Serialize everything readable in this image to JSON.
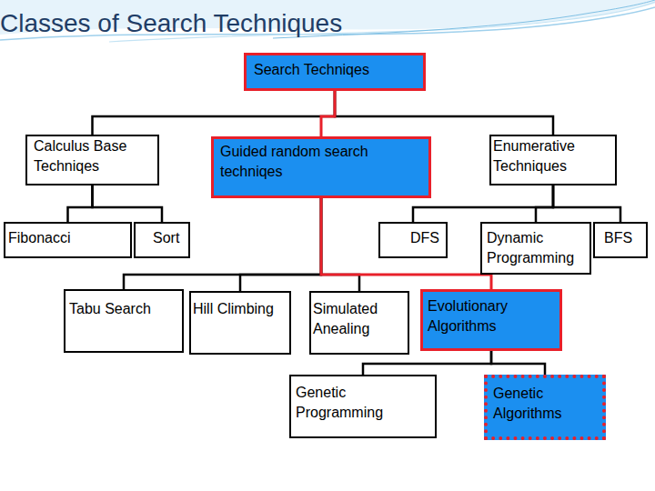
{
  "diagram": {
    "title": "Classes of Search Techniques",
    "nodes": [
      {
        "text": [
          "Search Techniqes"
        ]
      },
      {
        "text": [
          "Calculus Base Techniqes"
        ]
      },
      {
        "text": [
          "Guided random search techniqes"
        ]
      },
      {
        "text": [
          "Enumerative Techniques"
        ]
      },
      {
        "text": [
          "Fibonacci"
        ]
      },
      {
        "text": [
          "Sort"
        ]
      },
      {
        "text": [
          "DFS"
        ]
      },
      {
        "text": [
          "Dynamic Programming"
        ]
      },
      {
        "text": [
          "BFS"
        ]
      },
      {
        "text": [
          "Tabu Search"
        ]
      },
      {
        "text": [
          "Hill Climbing"
        ]
      },
      {
        "text": [
          "Simulated Anealing"
        ]
      },
      {
        "text": [
          "Evolutionary Algorithms"
        ]
      },
      {
        "text": [
          "Genetic Programming"
        ]
      },
      {
        "text": [
          "Genetic Algorithms"
        ]
      }
    ],
    "edges": [
      {
        "from": 0,
        "to": 1,
        "arrow": "none"
      },
      {
        "from": 0,
        "to": 2,
        "arrow": "none"
      },
      {
        "from": 0,
        "to": 3,
        "arrow": "none"
      },
      {
        "from": 1,
        "to": 4,
        "arrow": "none"
      },
      {
        "from": 1,
        "to": 5,
        "arrow": "none"
      },
      {
        "from": 2,
        "to": 9,
        "arrow": "none"
      },
      {
        "from": 2,
        "to": 10,
        "arrow": "none"
      },
      {
        "from": 2,
        "to": 11,
        "arrow": "none"
      },
      {
        "from": 2,
        "to": 12,
        "arrow": "none"
      },
      {
        "from": 3,
        "to": 6,
        "arrow": "none"
      },
      {
        "from": 3,
        "to": 7,
        "arrow": "none"
      },
      {
        "from": 3,
        "to": 8,
        "arrow": "none"
      },
      {
        "from": 12,
        "to": 13,
        "arrow": "none"
      },
      {
        "from": 12,
        "to": 14,
        "arrow": "none"
      }
    ]
  }
}
